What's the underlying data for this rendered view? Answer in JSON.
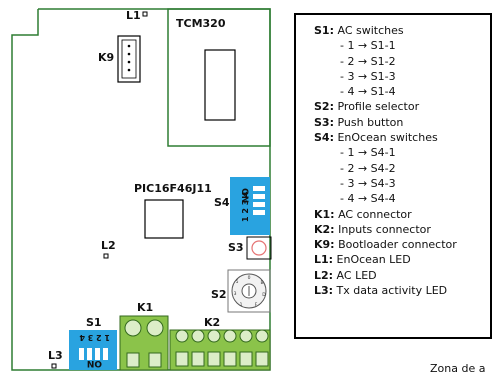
{
  "labels": {
    "l1": "L1",
    "tcm": "TCM320",
    "k9": "K9",
    "pic": "PIC16F46J11",
    "s4": "S4",
    "s4_on": "ON",
    "s4_nums": "1 2 3 4",
    "l2": "L2",
    "s3": "S3",
    "s2": "S2",
    "k1": "K1",
    "k2": "K2",
    "s1": "S1",
    "s1_nums": "1 2 3 4",
    "s1_on": "ON",
    "l3": "L3"
  },
  "legend": [
    {
      "key": "S1:",
      "text": " AC switches",
      "sub": false
    },
    {
      "key": "",
      "text": "- 1 → S1-1",
      "sub": true
    },
    {
      "key": "",
      "text": "- 2 → S1-2",
      "sub": true
    },
    {
      "key": "",
      "text": "- 3 → S1-3",
      "sub": true
    },
    {
      "key": "",
      "text": "- 4 → S1-4",
      "sub": true
    },
    {
      "key": "S2:",
      "text": " Profile selector",
      "sub": false
    },
    {
      "key": "S3:",
      "text": " Push button",
      "sub": false
    },
    {
      "key": "S4:",
      "text": " EnOcean switches",
      "sub": false
    },
    {
      "key": "",
      "text": "- 1 → S4-1",
      "sub": true
    },
    {
      "key": "",
      "text": "- 2 → S4-2",
      "sub": true
    },
    {
      "key": "",
      "text": "- 3 → S4-3",
      "sub": true
    },
    {
      "key": "",
      "text": "- 4 → S4-4",
      "sub": true
    },
    {
      "key": "K1:",
      "text": " AC connector",
      "sub": false
    },
    {
      "key": "K2:",
      "text": " Inputs connector",
      "sub": false
    },
    {
      "key": "K9:",
      "text": " Bootloader connector",
      "sub": false
    },
    {
      "key": "L1:",
      "text": " EnOcean LED",
      "sub": false
    },
    {
      "key": "L2:",
      "text": " AC LED",
      "sub": false
    },
    {
      "key": "L3:",
      "text": " Tx data activity LED",
      "sub": false
    }
  ],
  "footer": "Zona de a",
  "colors": {
    "board_outline": "#2e7d32",
    "dip_switch": "#29a3e0",
    "connector": "#8bc34a",
    "button_circle": "#e57373"
  }
}
